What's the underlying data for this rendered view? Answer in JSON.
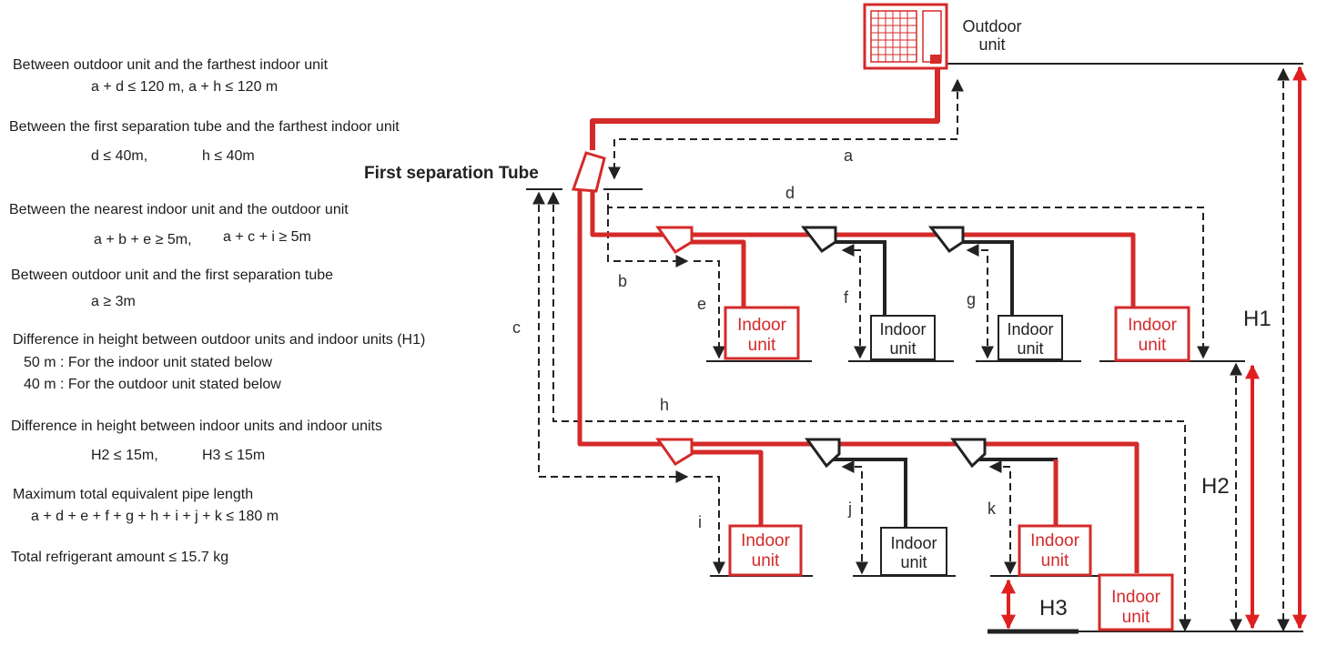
{
  "specs": [
    {
      "heading": "Between outdoor unit and the farthest indoor unit",
      "values": [
        "a + d ≤ 120 m, a + h ≤ 120 m"
      ]
    },
    {
      "heading": "Between the first separation tube and the farthest indoor unit",
      "values": [
        "d ≤ 40m,",
        "h ≤ 40m"
      ]
    },
    {
      "heading": "Between the nearest indoor unit and the outdoor unit",
      "values": [
        "a + b + e ≥ 5m,",
        "a + c + i ≥ 5m"
      ]
    },
    {
      "heading": "Between outdoor unit and the first separation tube",
      "values": [
        "a ≥ 3m"
      ]
    },
    {
      "heading": "Difference in height between outdoor units and indoor units (H1)",
      "values": [
        "50 m : For the indoor unit stated below",
        "40 m : For the outdoor unit stated below"
      ]
    },
    {
      "heading": "Difference in height between indoor units and indoor units",
      "values": [
        "H2 ≤ 15m,",
        "H3 ≤ 15m"
      ]
    },
    {
      "heading": "Maximum total equivalent pipe length",
      "values": [
        "a + d + e + f + g + h + i + j + k ≤ 180 m"
      ]
    },
    {
      "heading": "Total refrigerant amount ≤ 15.7 kg",
      "values": []
    }
  ],
  "diagram": {
    "outdoor_label": [
      "Outdoor",
      "unit"
    ],
    "separation_tube_label": "First separation Tube",
    "indoor_label": [
      "Indoor",
      "unit"
    ],
    "segment_labels": {
      "a": "a",
      "b": "b",
      "c": "c",
      "d": "d",
      "e": "e",
      "f": "f",
      "g": "g",
      "h": "h",
      "i": "i",
      "j": "j",
      "k": "k"
    },
    "height_labels": {
      "h1": "H1",
      "h2": "H2",
      "h3": "H3"
    }
  },
  "colors": {
    "pipe_red": "#d42a2a",
    "arrow_red": "#e02020",
    "line": "#222222"
  }
}
